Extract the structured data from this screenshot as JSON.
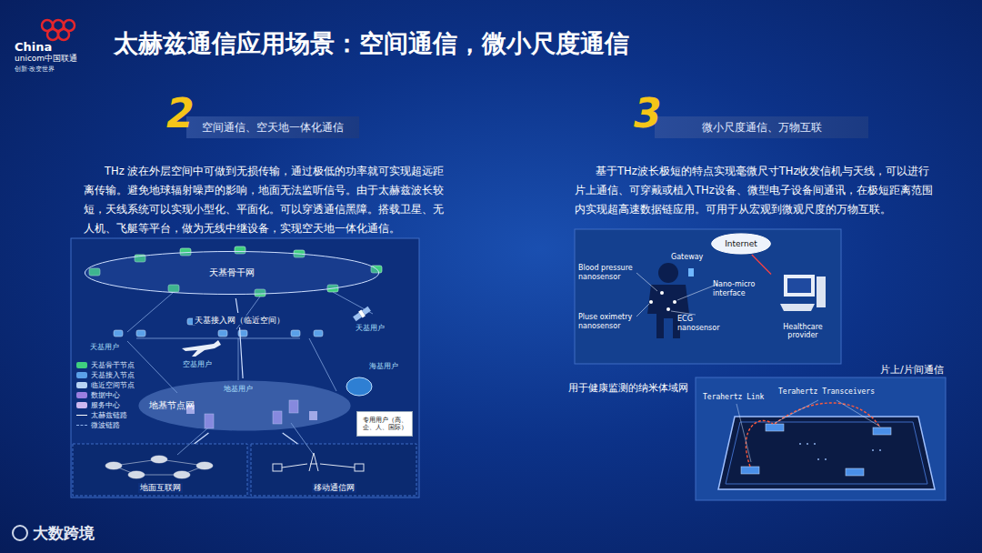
{
  "diagram": {
    "title": "太赫兹通信应用场景：空间通信，微小尺度通信",
    "nodes": [
      {
        "text": [
          "空间通信、空天地一体化通信"
        ]
      },
      {
        "text": [
          "微小尺度通信、万物互联"
        ]
      },
      {
        "text": [
          "天基骨干网"
        ]
      },
      {
        "text": [
          "天基接入网（临近空间）"
        ]
      },
      {
        "text": [
          "地基节点网"
        ]
      },
      {
        "text": [
          "专用用户（高、企、人、国际）"
        ]
      },
      {
        "text": [
          "地面互联网"
        ]
      },
      {
        "text": [
          "移动通信网"
        ]
      },
      {
        "text": [
          "Internet"
        ]
      },
      {
        "text": [
          "Healthcare provider"
        ]
      }
    ],
    "edges": [
      {
        "from": 2,
        "to": 3,
        "arrow": "none"
      },
      {
        "from": 3,
        "to": 4,
        "arrow": "none"
      },
      {
        "from": 4,
        "to": 6,
        "arrow": "none"
      },
      {
        "from": 4,
        "to": 7,
        "arrow": "none"
      },
      {
        "from": 8,
        "to": 9,
        "arrow": "none"
      }
    ],
    "labels": [
      "China",
      "unicom中国联通",
      "创新·改变世界",
      "2",
      "THz 波在外层空间中可做到无损传输，通过极低的功率就可实现超远距离传输。避免地球辐射噪声的影响，地面无法监听信号。由于太赫兹波长较短，天线系统可以实现小型化、平面化。可以穿透通信黑障。搭载卫星、无人机、飞艇等平台，做为无线中继设备，实现空天地一体化通信。",
      "3",
      "基于THz波长极短的特点实现毫微尺寸THz收发信机与天线，可以进行片上通信、可穿戴或植入THz设备、微型电子设备间通讯，在极短距离范围内实现超高速数据链应用。可用于从宏观到微观尺度的万物互联。",
      "天基用户",
      "空基用户",
      "地基用户",
      "天基用户",
      "海基用户",
      "Gateway",
      "Blood pressure nanosensor",
      "Nano-micro interface",
      "Pluse oximetry nanosensor",
      "ECG nanosensor",
      "用于健康监测的纳米体域网",
      "片上/片间通信",
      "Terahertz Link",
      "Terahertz Transceivers",
      "大数跨境"
    ],
    "legend": [
      {
        "text": "天基骨干节点",
        "color": "#3fcf7f"
      },
      {
        "text": "天基接入节点",
        "color": "#5aa0e8"
      },
      {
        "text": "临近空间节点",
        "color": "#b8d4f5"
      },
      {
        "text": "数据中心",
        "color": "#9a7ee0"
      },
      {
        "text": "服务中心",
        "color": "#cdb8f0"
      },
      {
        "text": "太赫兹链路"
      },
      {
        "text": "微波链路"
      }
    ]
  }
}
